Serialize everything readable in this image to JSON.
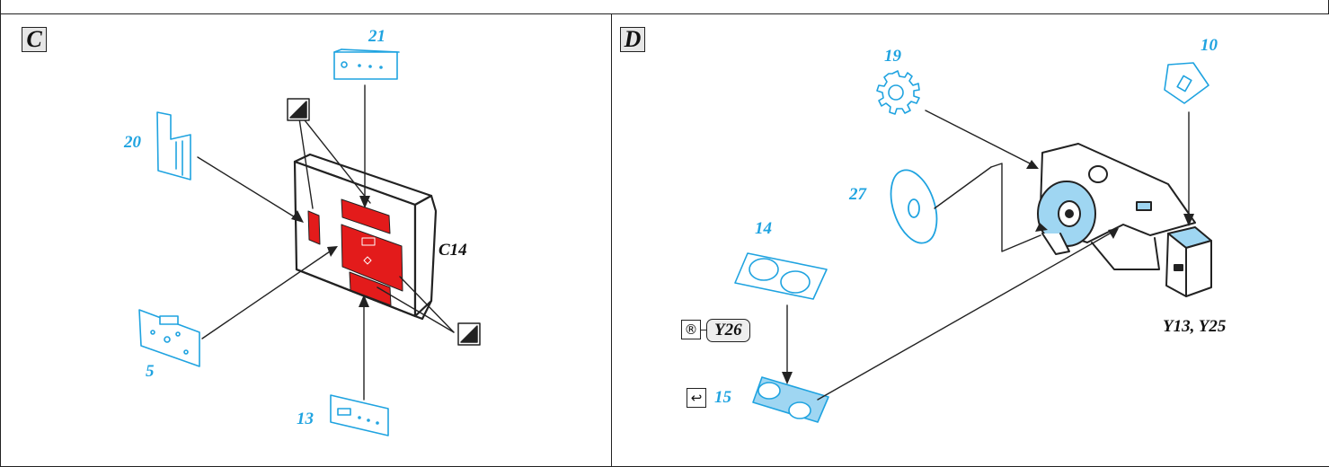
{
  "panels": [
    {
      "id": "C",
      "letter": "C",
      "assembly_label": "C14",
      "parts": [
        "21",
        "20",
        "5",
        "13"
      ]
    },
    {
      "id": "D",
      "letter": "D",
      "assembly_label": "Y13, Y25",
      "parts": [
        "19",
        "10",
        "27",
        "14",
        "15"
      ],
      "paint_reference": "Y26"
    }
  ],
  "colors": {
    "part_blue": "#1fa3e0",
    "decal_red": "#e31b1b",
    "line_dark": "#222222",
    "highlight_blue": "#9fd6f2"
  },
  "icons": [
    "frosted-panel-icon",
    "registered-r-icon",
    "curve-arrow-icon"
  ]
}
